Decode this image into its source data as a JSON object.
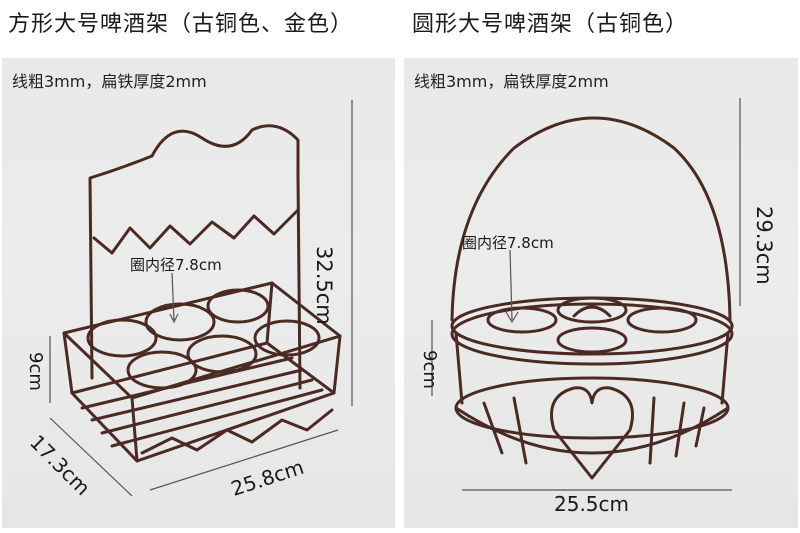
{
  "left": {
    "title": "方形大号啤酒架（古铜色、金色）",
    "spec": "线粗3mm，扁铁厚度2mm",
    "height_label": "32.5cm",
    "ring_label": "圈内径7.8cm",
    "depth_height_label": "9cm",
    "depth_label": "17.3cm",
    "width_label": "25.8cm"
  },
  "right": {
    "title": "圆形大号啤酒架（古铜色）",
    "spec": "线粗3mm，扁铁厚度2mm",
    "height_label": "29.3cm",
    "ring_label": "圈内径7.8cm",
    "tier_label": "9cm",
    "width_label": "25.5cm"
  },
  "colors": {
    "metal": "#4a2a22",
    "panel": "#e9e9e9"
  }
}
